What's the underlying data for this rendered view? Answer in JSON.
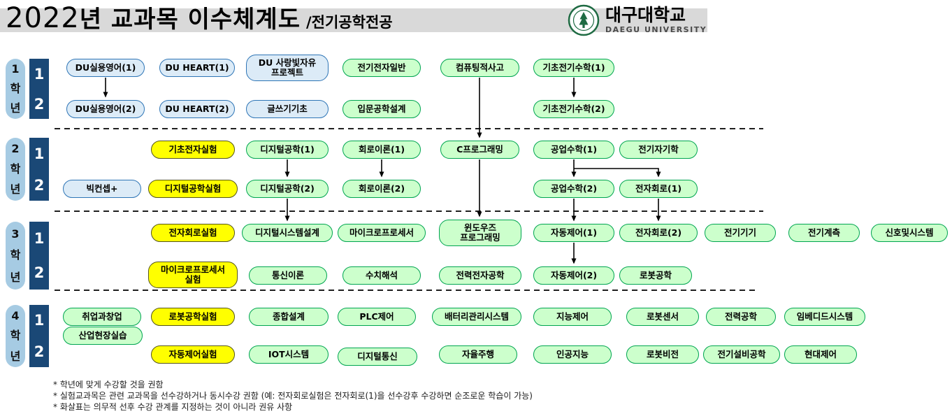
{
  "header": {
    "year_prefix": "2022",
    "title": "년 교과목 이수체계도",
    "subtitle": "/전기공학전공",
    "logo": {
      "university_kr": "대구대학교",
      "university_en": "DAEGU UNIVERSITY"
    }
  },
  "sidebar": {
    "years": [
      {
        "chars": [
          "1",
          "학",
          "년"
        ],
        "semesters": [
          "1",
          "2"
        ]
      },
      {
        "chars": [
          "2",
          "학",
          "년"
        ],
        "semesters": [
          "1",
          "2"
        ]
      },
      {
        "chars": [
          "3",
          "학",
          "년"
        ],
        "semesters": [
          "1",
          "2"
        ]
      },
      {
        "chars": [
          "4",
          "학",
          "년"
        ],
        "semesters": [
          "1",
          "2"
        ]
      }
    ]
  },
  "colors": {
    "major_course_fill": "#CCFFCC",
    "major_course_border": "#00A550",
    "lab_course_fill": "#FFFF00",
    "liberal_course_fill": "#DCEBF7",
    "liberal_course_border": "#2E75B6",
    "sidebar_light_blue": "#A6CBE3",
    "sidebar_dark_blue": "#1A4876",
    "header_band": "#D9D9D9"
  },
  "rows": {
    "y1s1": [
      {
        "label": "DU실용영어(1)"
      },
      {
        "label": "DU HEART(1)"
      },
      {
        "label": "DU 사랑빛자유\n프로젝트"
      },
      {
        "label": "전기전자일반"
      },
      {
        "label": "컴퓨팅적사고"
      },
      {
        "label": "기초전기수학(1)"
      }
    ],
    "y1s2": [
      {
        "label": "DU실용영어(2)"
      },
      {
        "label": "DU HEART(2)"
      },
      {
        "label": "글쓰기기초"
      },
      {
        "label": "입문공학설계"
      },
      {
        "label": "기초전기수학(2)"
      }
    ],
    "y2s1": [
      {
        "label": "기초전자실험"
      },
      {
        "label": "디지털공학(1)"
      },
      {
        "label": "회로이론(1)"
      },
      {
        "label": "C프로그래밍"
      },
      {
        "label": "공업수학(1)"
      },
      {
        "label": "전기자기학"
      }
    ],
    "y2s2": [
      {
        "label": "빅컨셉+"
      },
      {
        "label": "디지털공학실험"
      },
      {
        "label": "디지털공학(2)"
      },
      {
        "label": "회로이론(2)"
      },
      {
        "label": "공업수학(2)"
      },
      {
        "label": "전자회로(1)"
      }
    ],
    "y3s1": [
      {
        "label": "전자회로실험"
      },
      {
        "label": "디지털시스템설계"
      },
      {
        "label": "마이크로프로세서"
      },
      {
        "label": "윈도우즈\n프로그래밍"
      },
      {
        "label": "자동제어(1)"
      },
      {
        "label": "전자회로(2)"
      },
      {
        "label": "전기기기"
      },
      {
        "label": "전기계측"
      },
      {
        "label": "신호및시스템"
      }
    ],
    "y3s2": [
      {
        "label": "마이크로프로세서\n실험"
      },
      {
        "label": "통신이론"
      },
      {
        "label": "수치해석"
      },
      {
        "label": "전력전자공학"
      },
      {
        "label": "자동제어(2)"
      },
      {
        "label": "로봇공학"
      }
    ],
    "y4s1": [
      {
        "label": "취업과창업"
      },
      {
        "label": "로봇공학실험"
      },
      {
        "label": "종합설계"
      },
      {
        "label": "PLC제어"
      },
      {
        "label": "배터리관리시스템"
      },
      {
        "label": "지능제어"
      },
      {
        "label": "로봇센서"
      },
      {
        "label": "전력공학"
      },
      {
        "label": "임베디드시스템"
      }
    ],
    "y4mid": [
      {
        "label": "산업현장실습"
      }
    ],
    "y4s2": [
      {
        "label": "자동제어실험"
      },
      {
        "label": "IOT시스템"
      },
      {
        "label": "디지털통신"
      },
      {
        "label": "자율주행"
      },
      {
        "label": "인공지능"
      },
      {
        "label": "로봇비전"
      },
      {
        "label": "전기설비공학"
      },
      {
        "label": "현대제어"
      }
    ]
  },
  "notes": [
    "* 학년에 맞게 수강할 것을 권함",
    "* 실험교과목은 관련 교과목을 선수강하거나 동시수강 권함 (예: 전자회로실험은 전자회로(1)을 선수강후 수강하면 순조로운 학습이 가능)",
    "* 화살표는 의무적 선후 수강 관계를 지정하는 것이 아니라 권유 사항"
  ]
}
